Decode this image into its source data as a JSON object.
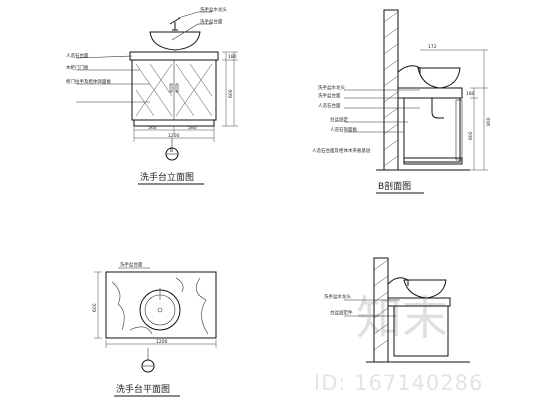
{
  "views": {
    "elevation": {
      "title": "洗手台立面图",
      "callouts": [
        "洗手盆水龙头",
        "洗手盆台面",
        "人造石台面",
        "木柜门门板",
        "柜门拉手及柜体饰面板"
      ],
      "dims": {
        "left": "560",
        "right": "580",
        "total": "1200",
        "height_a": "180",
        "height_b": "600"
      },
      "section_marker": "B"
    },
    "section": {
      "title": "B剖面图",
      "callouts": [
        "洗手盆水龙头",
        "洗手盆台面",
        "人造石台面",
        "台盆固定",
        "人造石饰面板"
      ],
      "bottom_note": "人造石台面及柜体木夹板基层",
      "dims": {
        "top": "172",
        "d1": "180",
        "d2": "600",
        "total": "800"
      }
    },
    "plan": {
      "title": "洗手台平面图",
      "callout": "洗手盆台面",
      "dims": {
        "width": "1200",
        "depth": "600"
      }
    },
    "detail": {
      "callouts": [
        "洗手盆水龙头",
        "台盆固定件"
      ]
    }
  },
  "watermark": {
    "brand": "知末",
    "id_text": "ID: 167140286"
  },
  "colors": {
    "ink": "#111111",
    "paper": "#ffffff",
    "watermark": "#000000"
  }
}
